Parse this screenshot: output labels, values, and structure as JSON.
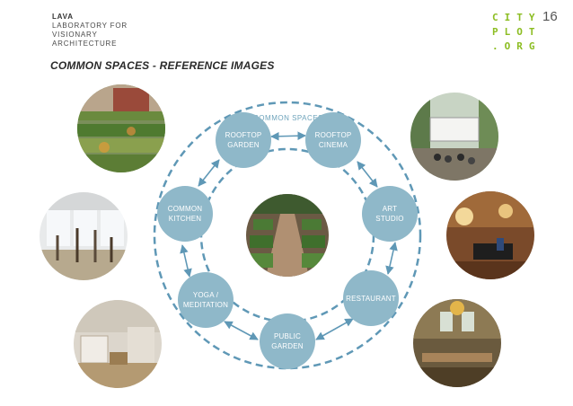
{
  "brand": {
    "name": "LAVA",
    "line1": "LABORATORY FOR",
    "line2": "VISIONARY",
    "line3": "ARCHITECTURE"
  },
  "logo": {
    "line1": "CITY",
    "line2": "PLOT",
    "line3": ".ORG"
  },
  "page_number": "16",
  "title": "COMMON SPACES - REFERENCE IMAGES",
  "diagram": {
    "ring_label": "COMMON SPACES",
    "nodes": {
      "rooftop_garden": [
        "ROOFTOP",
        "GARDEN"
      ],
      "rooftop_cinema": [
        "ROOFTOP",
        "CINEMA"
      ],
      "art_studio": [
        "ART",
        "STUDIO"
      ],
      "restaurant": [
        "RESTAURANT"
      ],
      "public_garden": [
        "PUBLIC",
        "GARDEN"
      ],
      "yoga_meditation": [
        "YOGA /",
        "MEDITATION"
      ],
      "common_kitchen": [
        "COMMON",
        "KITCHEN"
      ]
    }
  },
  "colors": {
    "ring": "#5f98b6",
    "node": "#8fb8c9",
    "logo": "#8cbd22"
  }
}
